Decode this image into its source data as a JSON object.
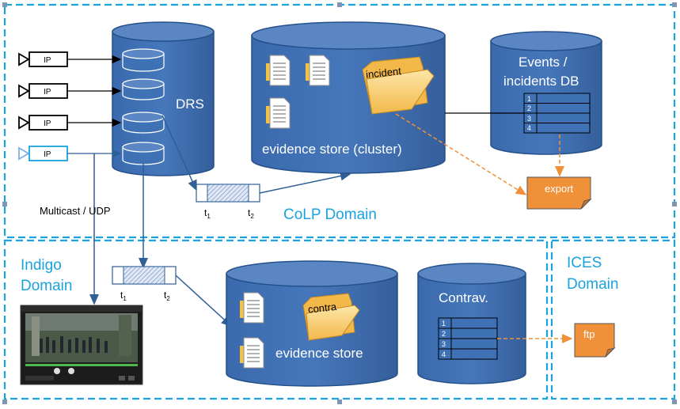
{
  "domains": {
    "colp": "CoLP Domain",
    "indigo_line1": "Indigo",
    "indigo_line2": "Domain",
    "ices_line1": "ICES",
    "ices_line2": "Domain"
  },
  "drs": {
    "label": "DRS"
  },
  "ip_sources": [
    "IP",
    "IP",
    "IP",
    "IP"
  ],
  "evidence_store_cluster": {
    "label": "evidence store (cluster)",
    "folder_label": "incident"
  },
  "events_db": {
    "label_line1": "Events /",
    "label_line2": "incidents DB",
    "rows": [
      "1",
      "2",
      "3",
      "4"
    ]
  },
  "export": {
    "label": "export"
  },
  "multicast": {
    "label": "Multicast / UDP"
  },
  "buffer_top": {
    "t1": "t",
    "t1_sub": "1",
    "t2": "t",
    "t2_sub": "2"
  },
  "buffer_bottom": {
    "t1": "t",
    "t1_sub": "1",
    "t2": "t",
    "t2_sub": "2"
  },
  "evidence_store": {
    "label": "evidence store",
    "folder_label": "contra"
  },
  "contrav_db": {
    "label": "Contrav.",
    "rows": [
      "1",
      "2",
      "3",
      "4"
    ]
  },
  "ftp": {
    "label": "ftp"
  },
  "colors": {
    "domain_border": "#1aa3df",
    "cylinder_fill": "#3f72b5",
    "cylinder_stroke": "#24508a",
    "domain_text": "#1aa3df",
    "export_fill": "#f0913a",
    "dashed_arrow": "#f0913a",
    "arrow": "#2f5f97"
  }
}
